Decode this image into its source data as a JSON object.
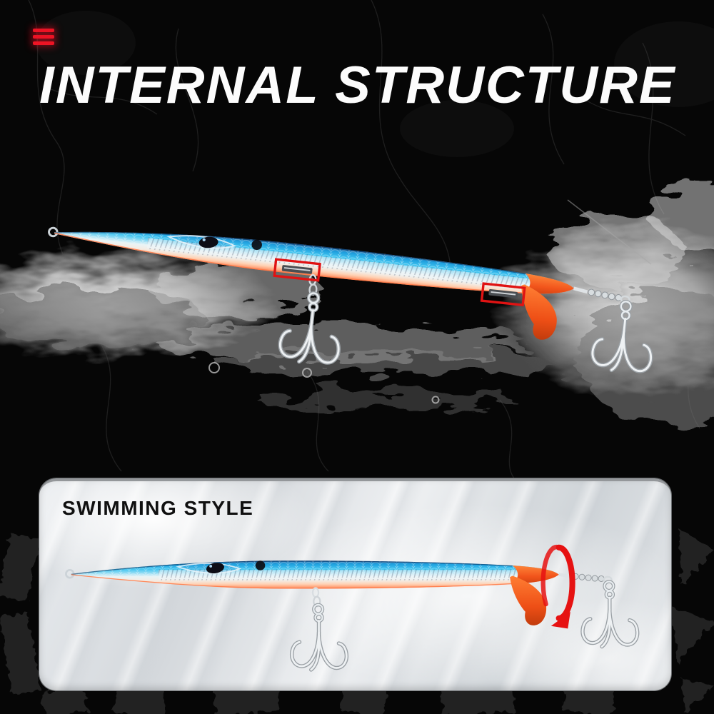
{
  "page": {
    "background_color": "#060606"
  },
  "header": {
    "menu_icon": "hamburger-menu-icon",
    "menu_icon_color": "#ed1424",
    "title": "INTERNAL STRUCTURE",
    "title_color": "#fcfcfc"
  },
  "main_scene": {
    "subject": "needlefish stickbait fishing lure splashing through water",
    "highlight_color": "#e01313",
    "highlights": [
      {
        "label": "front-internal-weight"
      },
      {
        "label": "rear-internal-weight"
      }
    ],
    "lure_colors": {
      "back_blue": "#2fb5ec",
      "belly_silver": "#eef4f6",
      "belly_glow": "#ff9d72",
      "tail_orange": "#f2551c",
      "hardware_silver": "#e8edf0"
    }
  },
  "swimming_panel": {
    "title": "SWIMMING STYLE",
    "title_color": "#101010",
    "background_color": "#dfe3e6",
    "rotation_arrow_color": "#e61212",
    "rotation_arrow": "tail-rotation-arrow-icon"
  }
}
